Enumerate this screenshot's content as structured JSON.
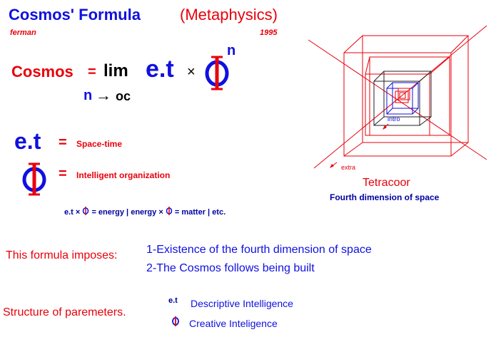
{
  "header": {
    "title_main": "Cosmos' Formula",
    "title_sub": "(Metaphysics)",
    "author": "ferman",
    "year": "1995"
  },
  "formula": {
    "lhs": "Cosmos",
    "equals": "=",
    "lim": "lim",
    "et": "e.t",
    "times": "×",
    "exponent": "n",
    "limit_n": "n",
    "limit_arrow": "→",
    "limit_target": "oc"
  },
  "definitions": {
    "et_symbol": "e.t",
    "et_eq": "=",
    "et_meaning": "Space-time",
    "phi_eq": "=",
    "phi_meaning": "Intelligent organization"
  },
  "relation": {
    "part1": "e.t ×",
    "part2": "= energy  | energy ×",
    "part3": "= matter | etc."
  },
  "diagram": {
    "label_intro": "intro",
    "label_extra": "extra",
    "name": "Tetracoor",
    "caption": "Fourth dimension of space"
  },
  "imposes": {
    "label": "This formula imposes:",
    "item1": "1-Existence of the fourth dimension of space",
    "item2": "2-The Cosmos follows being built"
  },
  "structure": {
    "label": "Structure of paremeters.",
    "p1_symbol": "e.t",
    "p1_text": "Descriptive Intelligence",
    "p2_text": "Creative Inteligence"
  },
  "colors": {
    "red": "#e8000b",
    "blue": "#1010e0",
    "navy": "#0000a0"
  }
}
